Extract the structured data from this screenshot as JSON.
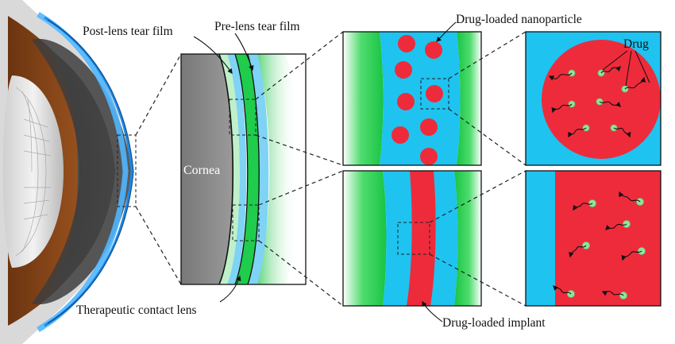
{
  "labels": {
    "post_lens_tear_film": "Post-lens tear film",
    "pre_lens_tear_film": "Pre-lens tear film",
    "drug_loaded_nanoparticle": "Drug-loaded nanoparticle",
    "drug": "Drug",
    "cornea": "Cornea",
    "therapeutic_contact_lens": "Therapeutic contact lens",
    "drug_loaded_implant": "Drug-loaded implant"
  },
  "colors": {
    "tear_film": "#1ec3f0",
    "lens_green": "#22c84a",
    "drug_carrier_red": "#ee2b3b",
    "drug_molecule": "#8fe39a",
    "cornea_gray": "#8a8a8a"
  }
}
